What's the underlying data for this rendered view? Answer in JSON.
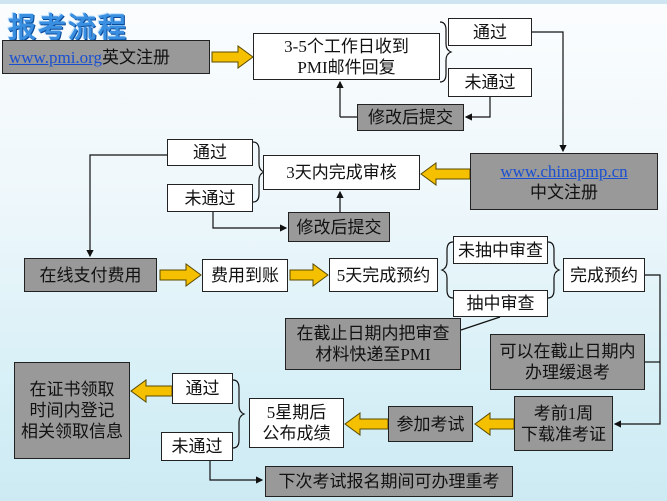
{
  "title": "报考流程",
  "step1": {
    "link": "www.pmi.org",
    "text": "英文注册"
  },
  "pmi_reply": "3-5个工作日收到PMI邮件回复",
  "pmi_reply_l1": "3-5个工作日收到",
  "pmi_reply_l2": "PMI邮件回复",
  "pass1": "通过",
  "fail1": "未通过",
  "resubmit1": "修改后提交",
  "step2": {
    "link": "www.chinapmp.cn",
    "text": "中文注册"
  },
  "review": "3天内完成审核",
  "pass2": "通过",
  "fail2": "未通过",
  "resubmit2": "修改后提交",
  "pay": "在线支付费用",
  "received": "费用到账",
  "booking": "5天完成预约",
  "not_audited": "未抽中审查",
  "audited": "抽中审查",
  "booked": "完成预约",
  "audit_note_l1": "在截止日期内把审查",
  "audit_note_l2": "材料快递至PMI",
  "defer_l1": "可以在截止日期内",
  "defer_l2": "办理缓退考",
  "ticket_l1": "考前1周",
  "ticket_l2": "下载准考证",
  "exam": "参加考试",
  "result_l1": "5星期后",
  "result_l2": "公布成绩",
  "pass3": "通过",
  "fail3": "未通过",
  "cert_l1": "在证书领取",
  "cert_l2": "时间内登记",
  "cert_l3": "相关领取信息",
  "retake": "下次考试报名期间可办理重考",
  "colors": {
    "arrow": "#f5c000",
    "gray_box": "#999999",
    "title": "#3a8fe0"
  }
}
